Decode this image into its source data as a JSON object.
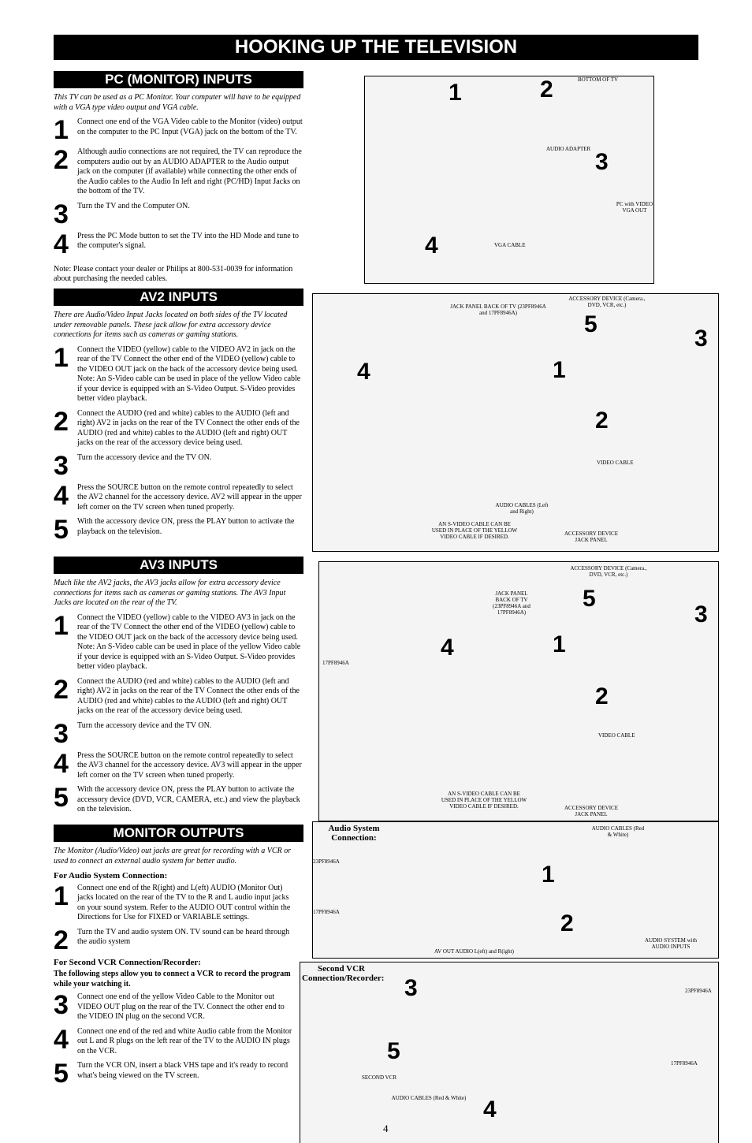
{
  "title": "HOOKING UP THE TELEVISION",
  "pc": {
    "h": "PC (MONITOR) INPUTS",
    "intro": "This TV can be used as a PC Monitor. Your computer will have to be equipped with a VGA type video output and VGA cable.",
    "s1": "Connect one end of the VGA Video cable to the Monitor (video) output on the computer to the PC Input (VGA) jack on the bottom of the TV.",
    "s2": "Although audio connections are not required, the TV can reproduce the computers audio out by an AUDIO ADAPTER to the Audio output jack on the computer (if available) while connecting the other ends of the Audio cables to the Audio In left and right (PC/HD) Input Jacks on the bottom of the TV.",
    "s3": "Turn the TV and the Computer ON.",
    "s4": "Press the PC Mode button to set the TV into the HD Mode and tune to the computer's signal.",
    "note": "Note: Please contact your dealer or Philips at 800-531-0039 for information about purchasing the needed cables."
  },
  "av2": {
    "h": "AV2 INPUTS",
    "intro": "There are Audio/Video Input Jacks located on both sides of the TV located under removable panels. These jack allow for extra accessory device connections for items such as cameras or gaming stations.",
    "s1": "Connect the VIDEO (yellow) cable to the VIDEO AV2 in jack on the rear of the TV Connect the other end of the VIDEO (yellow) cable to the VIDEO OUT jack on the back of the accessory device being used. Note: An S-Video cable can be used in place of the yellow Video cable if your device is equipped with an S-Video Output. S-Video provides better video playback.",
    "s2": "Connect the AUDIO (red and white) cables to the AUDIO (left and right) AV2 in jacks on the rear of the TV Connect the other ends of the AUDIO (red and white) cables to the AUDIO (left and right) OUT jacks on the rear of the accessory device being used.",
    "s3": "Turn the accessory device and the TV ON.",
    "s4": "Press the SOURCE button on the remote control repeatedly to select the AV2 channel for the accessory device. AV2 will appear in the upper left corner on the TV screen when tuned properly.",
    "s5": "With the accessory device ON, press the PLAY button to activate the playback on the television."
  },
  "av3": {
    "h": "AV3 INPUTS",
    "intro": "Much like the AV2 jacks, the AV3 jacks allow for extra accessory device connections for items such as cameras or gaming stations. The AV3 Input Jacks are located on the rear of the TV.",
    "s1": "Connect the VIDEO (yellow) cable to the VIDEO AV3 in jack on the rear of the TV Connect the other end of the VIDEO (yellow) cable to the VIDEO OUT jack on the back of the accessory device being used. Note: An S-Video cable can be used in place of the yellow Video cable if your device is equipped with an S-Video Output. S-Video provides better video playback.",
    "s2": "Connect the AUDIO (red and white) cables to the AUDIO (left and right) AV2 in jacks on the rear of the TV Connect the other ends of the AUDIO (red and white) cables to the AUDIO (left and right) OUT jacks on the rear of the accessory device being used.",
    "s3": "Turn the accessory device and the TV ON.",
    "s4": "Press the SOURCE button on the remote control repeatedly to select the AV3 channel for the accessory device. AV3 will appear in the upper left corner on the TV screen when tuned properly.",
    "s5": "With the accessory device ON, press the PLAY button to activate the accessory device (DVD, VCR, CAMERA, etc.) and view the playback on the television."
  },
  "mon": {
    "h": "MONITOR OUTPUTS",
    "intro": "The Monitor (Audio/Video) out jacks are great for recording with a VCR or used to connect an external audio system for better audio.",
    "sub1": "For Audio System Connection:",
    "s1": "Connect one end of the R(ight) and L(eft) AUDIO (Monitor Out) jacks located on the rear of the TV to the R and L audio input jacks on your sound system. Refer to the AUDIO OUT control within the Directions for Use for FIXED or VARIABLE settings.",
    "s2": "Turn the TV and audio system ON. TV sound can be heard through the audio system",
    "sub2": "For Second VCR Connection/Recorder:",
    "lead": "The following steps allow you to connect a VCR to record the program while your watching it.",
    "v3": "Connect one end of the yellow Video Cable to the Monitor out VIDEO OUT plug on the rear of the TV. Connect the other end to the VIDEO IN plug on the second VCR.",
    "v4": "Connect one end of the red and white Audio cable from the Monitor out L and R plugs on the left rear of the TV to the AUDIO IN plugs on the VCR.",
    "v5": "Turn the VCR ON, insert a black VHS tape and it's ready to record what's being viewed on the TV screen."
  },
  "labels": {
    "bottom": "BOTTOM OF TV",
    "adapter": "AUDIO ADAPTER",
    "pcvga": "PC with VIDEO VGA OUT",
    "vga": "VGA CABLE",
    "jack": "JACK PANEL BACK OF TV (23PF8946A and 17PF8946A)",
    "acc": "ACCESSORY DEVICE (Camera., DVD, VCR, etc.)",
    "vcable": "VIDEO CABLE",
    "acab": "AUDIO CABLES (Left and Right)",
    "svid": "AN S-VIDEO CABLE CAN BE USED IN PLACE OF THE YELLOW VIDEO CABLE IF DESIRED.",
    "accp": "ACCESSORY DEVICE JACK PANEL",
    "m23": "23PF8946A",
    "m17": "17PF8946A",
    "aud": "Audio System Connection:",
    "avcab": "AUDIO CABLES (Red & White)",
    "asys": "AUDIO SYSTEM with AUDIO INPUTS",
    "avout": "AV OUT AUDIO L(eft) and R(ight)",
    "vcr": "Second VCR Connection/Recorder:",
    "second": "SECOND VCR",
    "page": "4"
  }
}
